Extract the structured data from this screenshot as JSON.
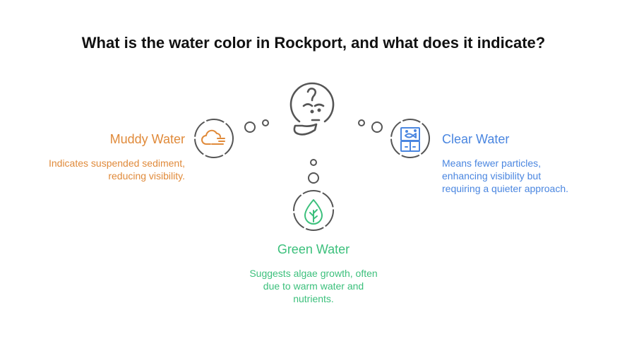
{
  "title": "What is the water color in Rockport, and what does it indicate?",
  "colors": {
    "muddy": "#e08a3a",
    "clear": "#4a86e0",
    "green": "#3cc07c",
    "outline": "#555555"
  },
  "center": {
    "icon": "thinking-face-icon"
  },
  "items": [
    {
      "key": "muddy",
      "label": "Muddy Water",
      "icon": "cloud-wind-icon",
      "lines": [
        "Indicates suspended sediment,",
        "reducing visibility."
      ]
    },
    {
      "key": "clear",
      "label": "Clear Water",
      "icon": "aquarium-fish-icon",
      "lines": [
        "Means fewer particles,",
        "enhancing visibility but",
        "requiring a quieter approach."
      ]
    },
    {
      "key": "green",
      "label": "Green Water",
      "icon": "water-drop-plant-icon",
      "lines": [
        "Suggests algae growth, often",
        "due to warm water and",
        "nutrients."
      ]
    }
  ]
}
